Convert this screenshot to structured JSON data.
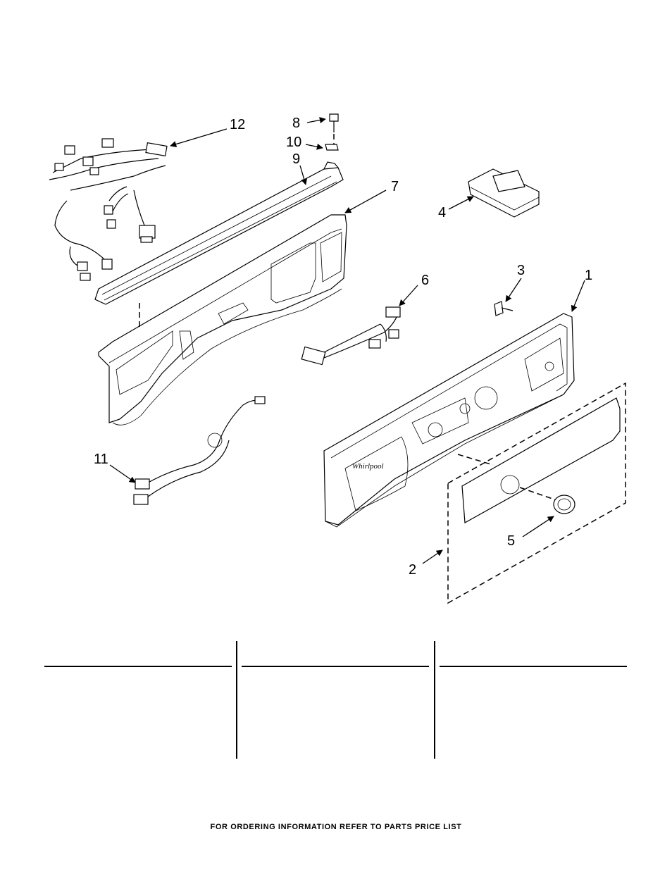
{
  "callouts": {
    "c1": "1",
    "c2": "2",
    "c3": "3",
    "c4": "4",
    "c5": "5",
    "c6": "6",
    "c7": "7",
    "c8": "8",
    "c9": "9",
    "c10": "10",
    "c11": "11",
    "c12": "12"
  },
  "footer": "FOR ORDERING INFORMATION REFER TO PARTS PRICE LIST"
}
